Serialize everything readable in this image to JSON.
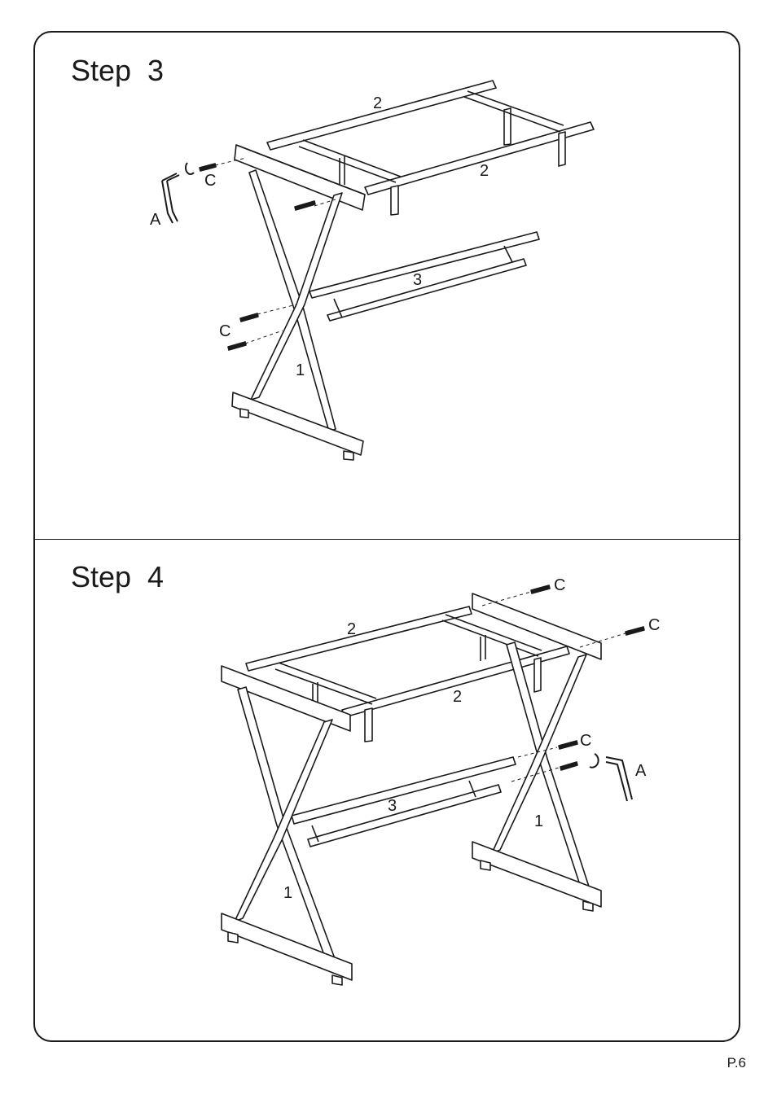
{
  "step3": {
    "title": "Step  3",
    "labels": {
      "top_rail_back": "2",
      "top_rail_front": "2",
      "crossbar": "3",
      "leg": "1",
      "hex_key": "A",
      "bolt_top": "C",
      "bolts_bottom": "C"
    }
  },
  "step4": {
    "title": "Step  4",
    "labels": {
      "top_rail_back": "2",
      "top_rail_front": "2",
      "crossbar": "3",
      "leg_right": "1",
      "leg_left": "1",
      "hex_key": "A",
      "bolt_top_1": "C",
      "bolt_top_2": "C",
      "bolt_mid": "C"
    }
  },
  "footer": {
    "page_number": "P.6"
  }
}
